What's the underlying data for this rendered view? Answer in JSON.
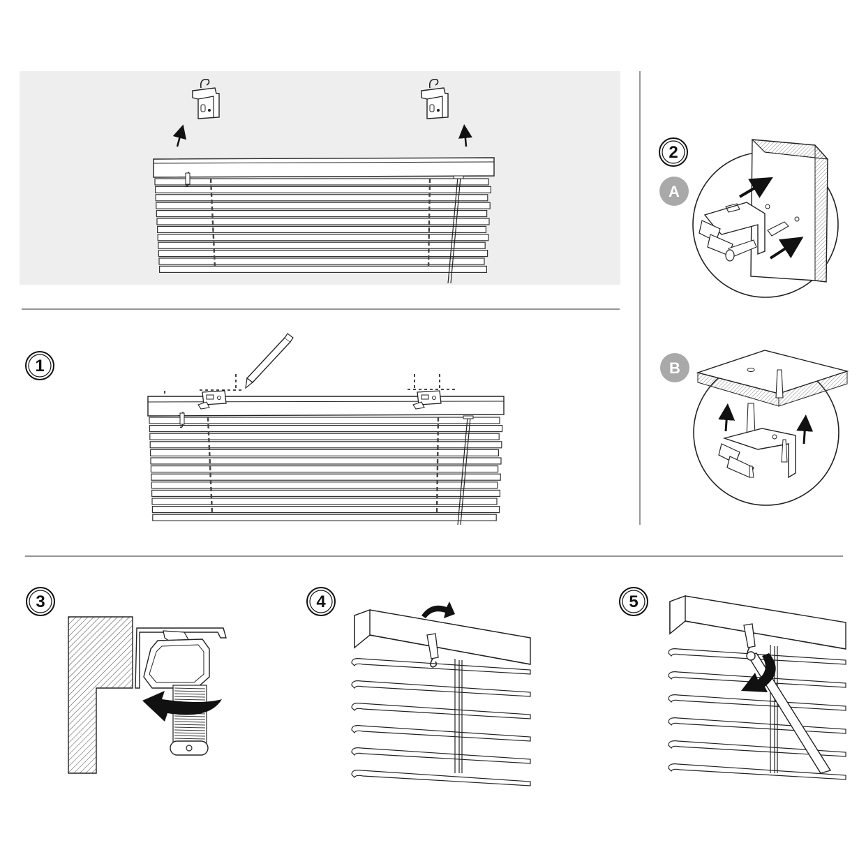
{
  "steps": {
    "one": "1",
    "two": "2",
    "three": "3",
    "four": "4",
    "five": "5"
  },
  "substeps": {
    "a": "A",
    "b": "B"
  },
  "colors": {
    "panel_bg": "#eeeeee",
    "line": "#222222",
    "badge_grey": "#a9a9a9",
    "rule": "#555555"
  }
}
